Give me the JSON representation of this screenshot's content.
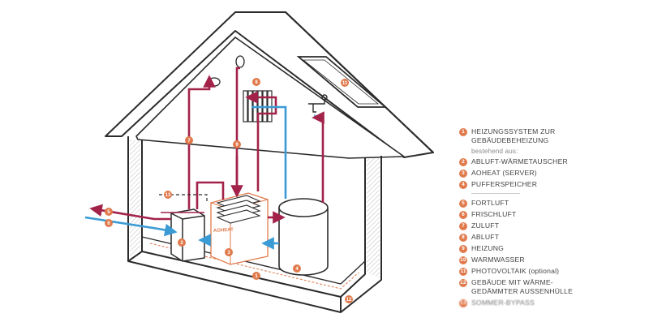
{
  "device": {
    "brand": "AOHEAT"
  },
  "legend": {
    "items": [
      {
        "num": "1",
        "text": "HEIZUNGSSYSTEM ZUR",
        "text2": "GEBÄUDEBEHEIZUNG"
      },
      {
        "num": "2",
        "text": "ABLUFT-WÄRMETAUSCHER"
      },
      {
        "num": "3",
        "text": "AOHEAT (SERVER)"
      },
      {
        "num": "4",
        "text": "PUFFERSPEICHER"
      },
      {
        "num": "5",
        "text": "FORTLUFT"
      },
      {
        "num": "6",
        "text": "FRISCHLUFT"
      },
      {
        "num": "7",
        "text": "ZULUFT"
      },
      {
        "num": "8",
        "text": "ABLUFT"
      },
      {
        "num": "9",
        "text": "HEIZUNG"
      },
      {
        "num": "10",
        "text": "WARMWASSER"
      },
      {
        "num": "11",
        "text": "PHOTOVOLTAIK (optional)"
      },
      {
        "num": "12",
        "text": "GEBÄUDE MIT WÄRME-",
        "text2": "GEDÄMMTER AUSSENHÜLLE"
      },
      {
        "num": "13",
        "text": "SOMMER-BYPASS"
      }
    ],
    "subtitle": "bestehend aus:"
  },
  "colors": {
    "hot": "#a3224a",
    "cold": "#3a9bd5",
    "badge": "#e07a4c",
    "line": "#2b2b2b"
  }
}
